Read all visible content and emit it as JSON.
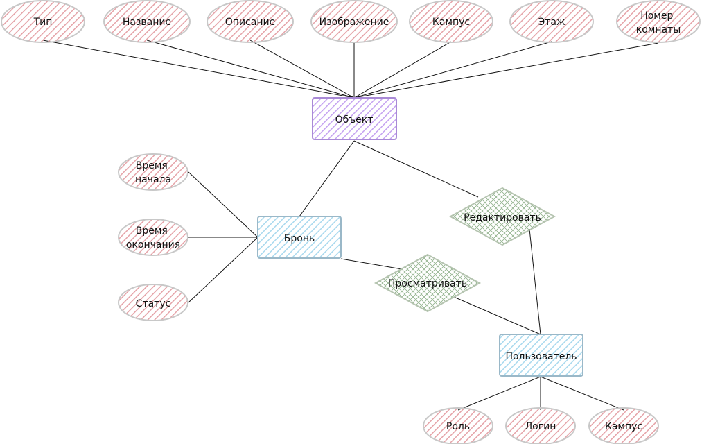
{
  "diagram": {
    "colors": {
      "attribute_fill": "#e5a3a8",
      "attribute_stroke": "#c8c8c8",
      "object_fill": "#c5a3f0",
      "object_stroke": "#a98ad6",
      "entity_fill": "#a9d9ee",
      "entity_stroke": "#9ab8c8",
      "relationship_fill": "#8fb08a",
      "relationship_stroke": "#b5c4b0",
      "line": "#111111"
    },
    "entities": {
      "object": [
        "Объект"
      ],
      "booking": [
        "Бронь"
      ],
      "user": [
        "Пользователь"
      ]
    },
    "relationships": {
      "edit": [
        "Редактировать"
      ],
      "view": [
        "Просматривать"
      ]
    },
    "attributes": {
      "type": [
        "Тип"
      ],
      "name": [
        "Название"
      ],
      "description": [
        "Описание"
      ],
      "image": [
        "Изображение"
      ],
      "campus": [
        "Кампус"
      ],
      "floor": [
        "Этаж"
      ],
      "room_number": [
        "Номер",
        "комнаты"
      ],
      "start_time": [
        "Время",
        "начала"
      ],
      "end_time": [
        "Время",
        "окончания"
      ],
      "status": [
        "Статус"
      ],
      "role": [
        "Роль"
      ],
      "login": [
        "Логин"
      ],
      "user_campus": [
        "Кампус"
      ]
    }
  }
}
